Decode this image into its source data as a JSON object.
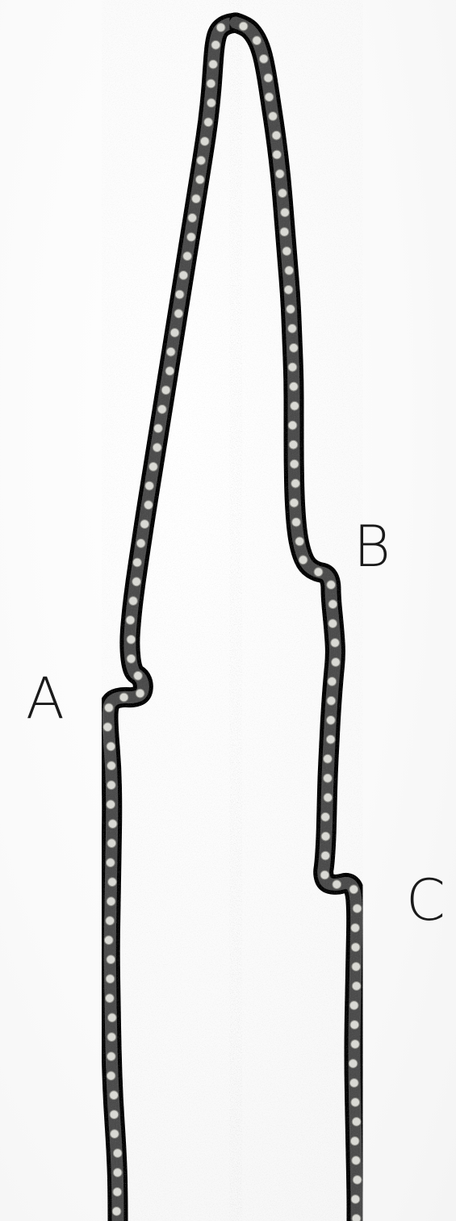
{
  "labels": {
    "a": "A",
    "b": "B",
    "c": "C"
  },
  "colors": {
    "background": "#fbfbfb",
    "chain_outer": "#2c2c2c",
    "chain_mid": "#5a5a5a",
    "bead_highlight": "#d9d9d4",
    "label_text": "#1a1a1a"
  }
}
